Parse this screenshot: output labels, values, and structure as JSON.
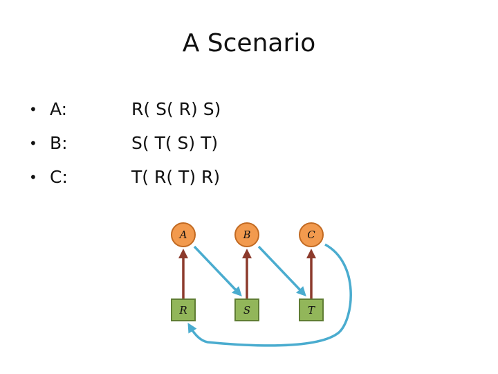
{
  "title": "A Scenario",
  "bullets": [
    {
      "label": "A:",
      "expr": "R( S( R) S)"
    },
    {
      "label": "B:",
      "expr": "S( T( S) T)"
    },
    {
      "label": "C:",
      "expr": "T( R( T) R)"
    }
  ],
  "graph": {
    "top_nodes": [
      "A",
      "B",
      "C"
    ],
    "bottom_nodes": [
      "R",
      "S",
      "T"
    ],
    "colors": {
      "top_fill": "#f29a4e",
      "top_stroke": "#c26a22",
      "bottom_fill": "#92b65a",
      "bottom_stroke": "#5f7d33",
      "vertical_arrow": "#8c3a2c",
      "cross_arrow": "#4aaccf"
    }
  }
}
